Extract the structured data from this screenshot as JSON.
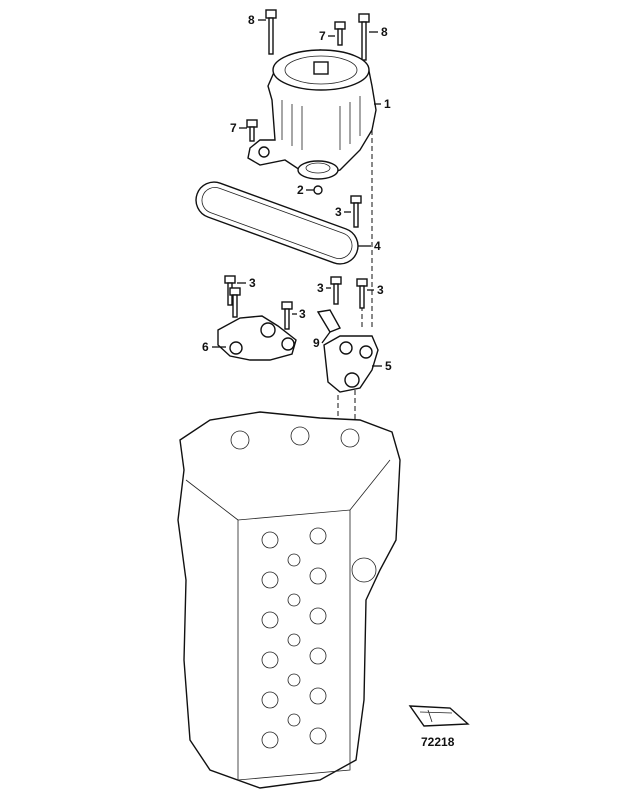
{
  "diagram": {
    "figure_number": "72218",
    "callouts": [
      {
        "id": "c8a",
        "label": "8"
      },
      {
        "id": "c7a",
        "label": "7"
      },
      {
        "id": "c8b",
        "label": "8"
      },
      {
        "id": "c1",
        "label": "1"
      },
      {
        "id": "c7b",
        "label": "7"
      },
      {
        "id": "c2",
        "label": "2"
      },
      {
        "id": "c3a",
        "label": "3"
      },
      {
        "id": "c4",
        "label": "4"
      },
      {
        "id": "c3b",
        "label": "3"
      },
      {
        "id": "c3c",
        "label": "3"
      },
      {
        "id": "c3d",
        "label": "3"
      },
      {
        "id": "c3e",
        "label": "3"
      },
      {
        "id": "c9",
        "label": "9"
      },
      {
        "id": "c6",
        "label": "6"
      },
      {
        "id": "c5",
        "label": "5"
      }
    ]
  }
}
